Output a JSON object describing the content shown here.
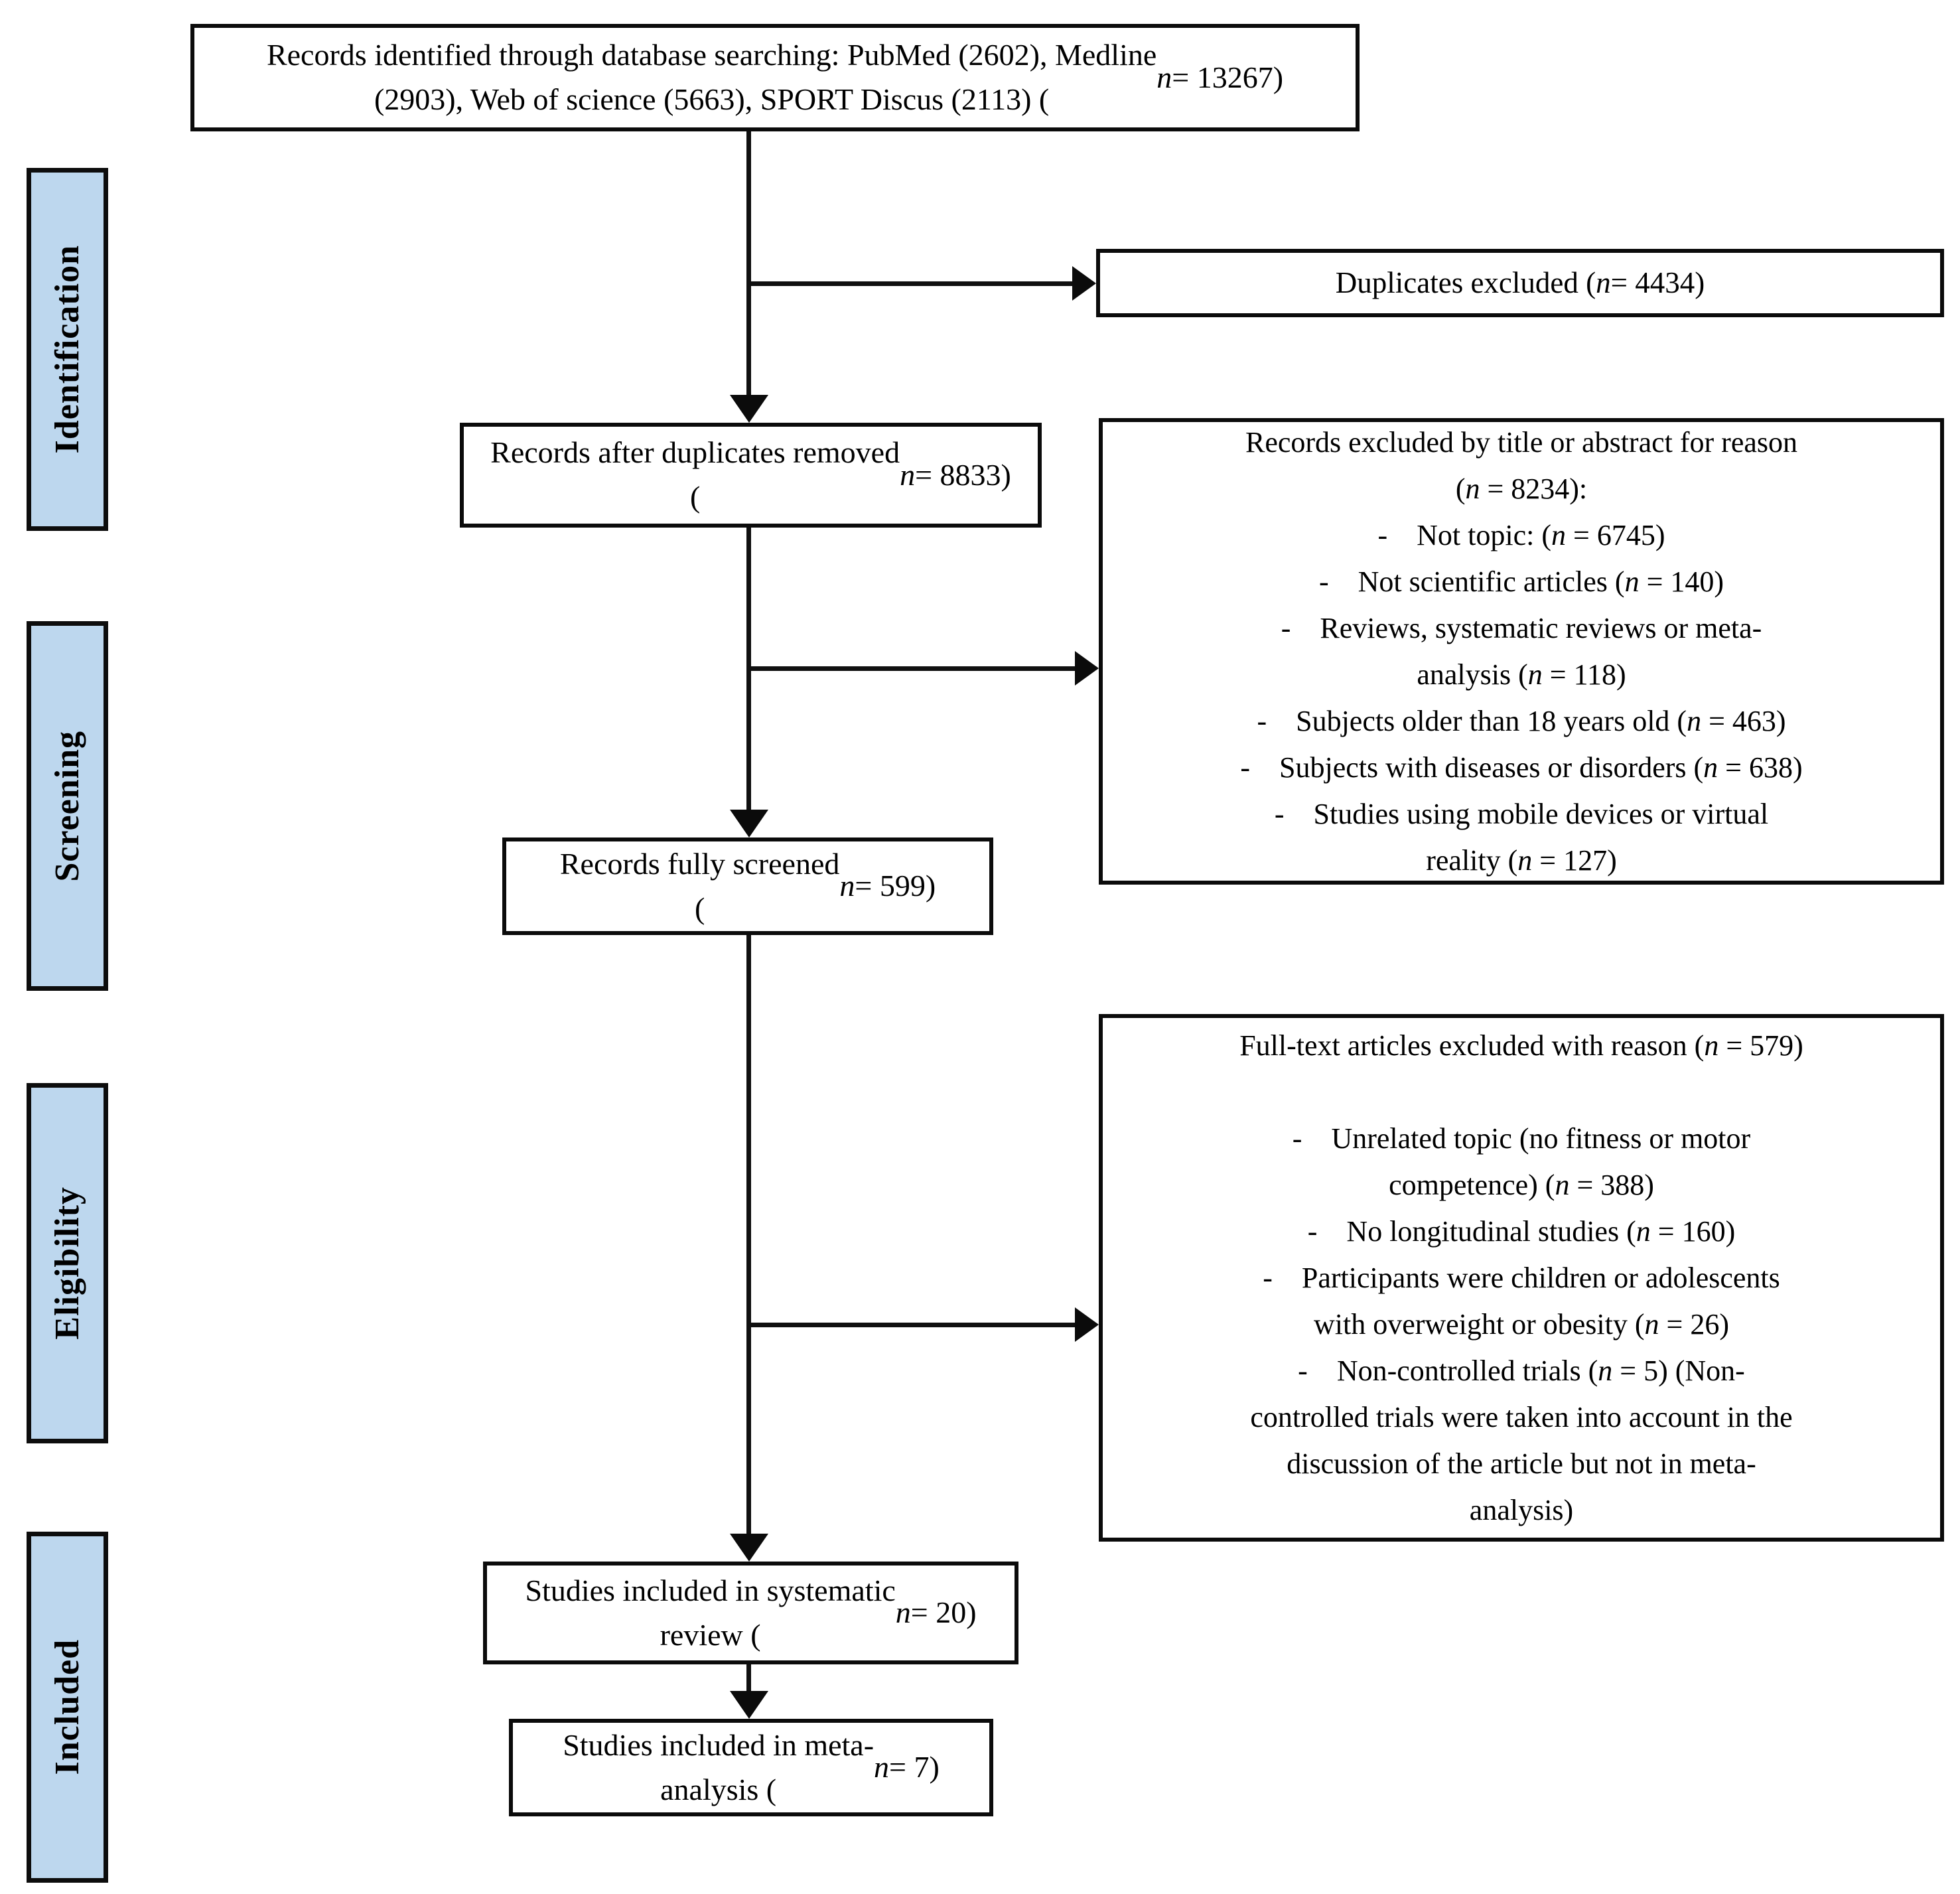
{
  "figure": {
    "kind": "PRISMA flow diagram"
  },
  "colors": {
    "stage_fill": "#bdd7ee",
    "border": "#000000",
    "background": "#ffffff"
  },
  "stages": [
    {
      "label": "Identification"
    },
    {
      "label": "Screening"
    },
    {
      "label": "Eligibility"
    },
    {
      "label": "Included"
    }
  ],
  "flow": {
    "identified": "Records identified through database searching: PubMed (2602), Medline\n(2903), Web of science (5663), SPORT Discus (2113) (n = 13267)",
    "duplicates_excluded": "Duplicates excluded (n = 4434)",
    "after_duplicates": "Records after duplicates removed\n(n = 8833)",
    "fully_screened": "Records fully screened\n(n = 599)",
    "systematic_review": "Studies included in systematic\nreview (n = 20)",
    "meta_analysis": "Studies included in meta-\nanalysis (n = 7)"
  },
  "exclusions": {
    "title_abstract": {
      "heading": "Records excluded by title or abstract for reason\n(n = 8234):",
      "items": [
        "- Not topic: (n = 6745)",
        "- Not scientific articles (n = 140)",
        "- Reviews, systematic reviews or meta-\nanalysis (n = 118)",
        "- Subjects older than 18 years old (n = 463)",
        "- Subjects with diseases or disorders (n = 638)",
        "- Studies using mobile devices or virtual\nreality (n = 127)"
      ]
    },
    "full_text": {
      "heading": "Full-text articles excluded with reason (n = 579)",
      "items": [
        "- Unrelated topic (no fitness or motor\ncompetence) (n = 388)",
        "- No longitudinal studies (n = 160)",
        "- Participants were children or adolescents\nwith overweight or obesity (n = 26)",
        "- Non-controlled trials (n = 5) (Non-\ncontrolled trials were taken into account in the\ndiscussion of the article but not in meta-\nanalysis)"
      ]
    }
  }
}
